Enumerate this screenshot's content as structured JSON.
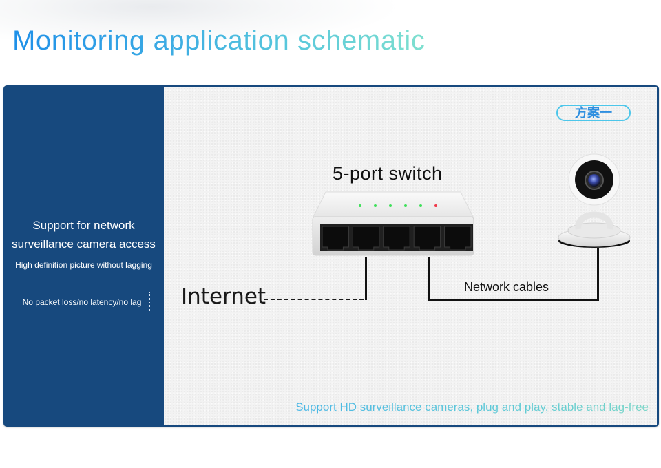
{
  "header": {
    "title": "Monitoring application schematic"
  },
  "side_panel": {
    "title_line1": "Support for network",
    "title_line2": "surveillance camera access",
    "subtitle": "High definition picture without lagging",
    "badge": "No packet loss/no latency/no lag"
  },
  "diagram": {
    "plan_badge": "方案一",
    "switch_label": "5-port switch",
    "switch_port_count": 5,
    "switch_led_colors": [
      "#3fe05a",
      "#3fe05a",
      "#3fe05a",
      "#3fe05a",
      "#3fe05a",
      "#f0384a"
    ],
    "internet_label": "Internet",
    "cables_label": "Network cables",
    "camera_icon": "ip-camera"
  },
  "footer": {
    "caption": "Support HD surveillance cameras, plug and play, stable and lag-free"
  },
  "colors": {
    "panel_blue": "#17497e",
    "title_gradient_start": "#1e90e8",
    "title_gradient_end": "#7fe0cf",
    "badge_border": "#4cc6ea"
  }
}
